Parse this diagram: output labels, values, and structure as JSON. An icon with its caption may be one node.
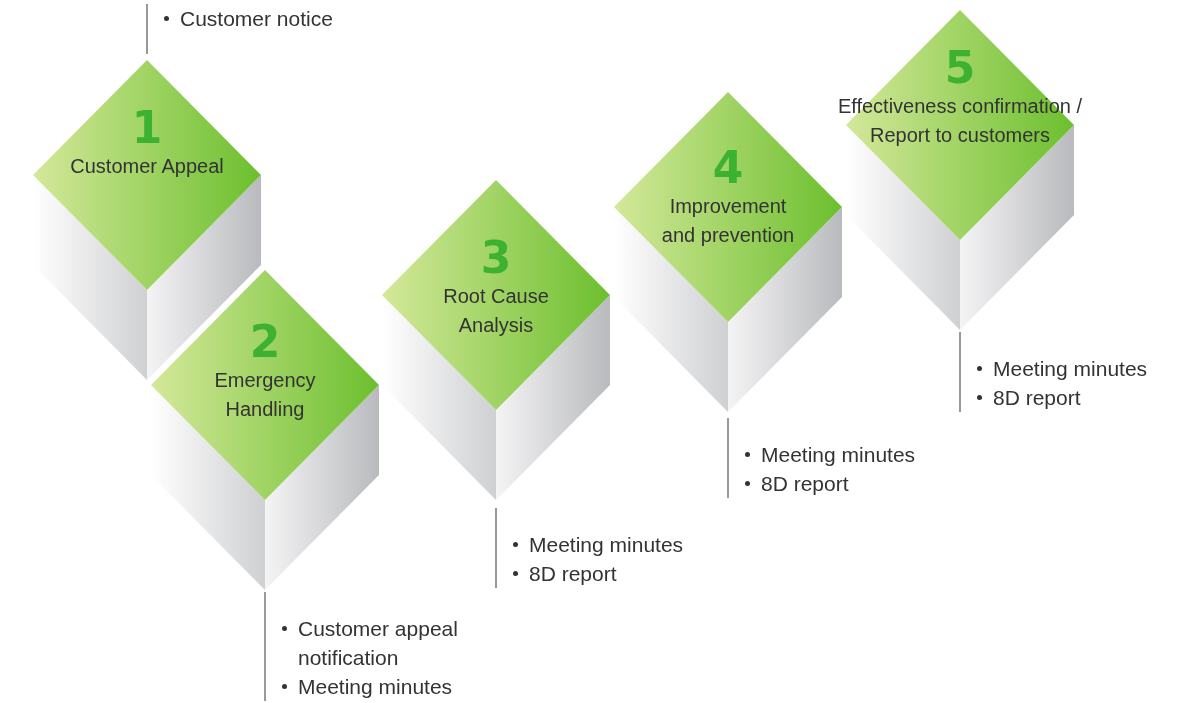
{
  "diagram": {
    "nodes": [
      {
        "text": [
          "1",
          "Customer Appeal"
        ],
        "beside": [
          "Customer notice"
        ]
      },
      {
        "text": [
          "2",
          "Emergency Handling"
        ],
        "beside": [
          "Customer appeal notification",
          "Meeting minutes"
        ]
      },
      {
        "text": [
          "3",
          "Root Cause Analysis"
        ],
        "beside": [
          "Meeting minutes",
          "8D report"
        ]
      },
      {
        "text": [
          "4",
          "Improvement and prevention"
        ],
        "beside": [
          "Meeting minutes",
          "8D report"
        ]
      },
      {
        "text": [
          "5",
          "Effectiveness confirmation / Report to customers"
        ],
        "beside": [
          "Meeting minutes",
          "8D report"
        ]
      }
    ]
  }
}
